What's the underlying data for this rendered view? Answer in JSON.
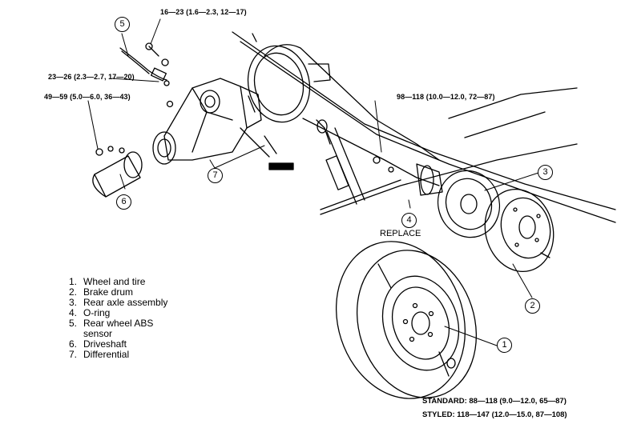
{
  "torque_specs": {
    "abs_sensor_bolt": "16—23 (1.6—2.3, 12—17)",
    "differential_cover": "23—26 (2.3—2.7, 17—20)",
    "driveshaft_nuts": "49—59 (5.0—6.0, 36—43)",
    "backing_plate_nuts": "98—118 (10.0—12.0, 72—87)"
  },
  "callouts": [
    "1",
    "2",
    "3",
    "4",
    "5",
    "6",
    "7"
  ],
  "replace_note": "REPLACE",
  "legend": [
    {
      "num": "1.",
      "text": "Wheel and tire"
    },
    {
      "num": "2.",
      "text": "Brake drum"
    },
    {
      "num": "3.",
      "text": "Rear axle assembly"
    },
    {
      "num": "4.",
      "text": "O-ring"
    },
    {
      "num": "5.",
      "text": "Rear wheel ABS sensor"
    },
    {
      "num": "6.",
      "text": "Driveshaft"
    },
    {
      "num": "7.",
      "text": "Differential"
    }
  ],
  "wheel_nut_specs": {
    "standard": "STANDARD: 88—118 (9.0—12.0, 65—87)",
    "styled": "STYLED: 118—147 (12.0—15.0, 87—108)"
  }
}
